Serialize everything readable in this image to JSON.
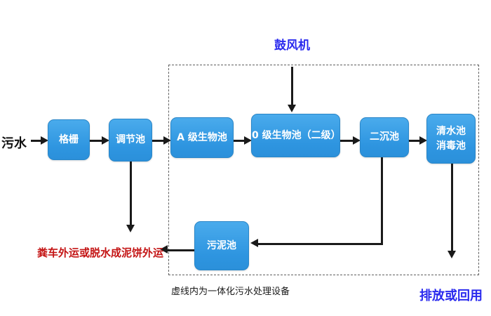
{
  "diagram": {
    "source_label": "污水",
    "blower_label": "鼓风机",
    "boxes": {
      "grid_screen": "格栅",
      "regulating_tank": "调节池",
      "a_level_bio_tank": "A 级生物池",
      "o_level_bio_tank": "0 级生物池（二级）",
      "secondary_sedimentation_tank": "二沉池",
      "clear_water_tank_line1": "清水池",
      "clear_water_tank_line2": "消毒池",
      "sludge_tank": "污泥池"
    },
    "sludge_disposal_label": "粪车外运或脱水成泥饼外运",
    "discharge_label": "排放或回用",
    "caption": "虚线内为一体化污水处理设备",
    "colors": {
      "box_fill": "#2e95e0",
      "box_border": "#2a86c8",
      "blue_text": "#2a2aee",
      "red_text": "#c41414",
      "line_color": "#1a1a1a"
    }
  }
}
